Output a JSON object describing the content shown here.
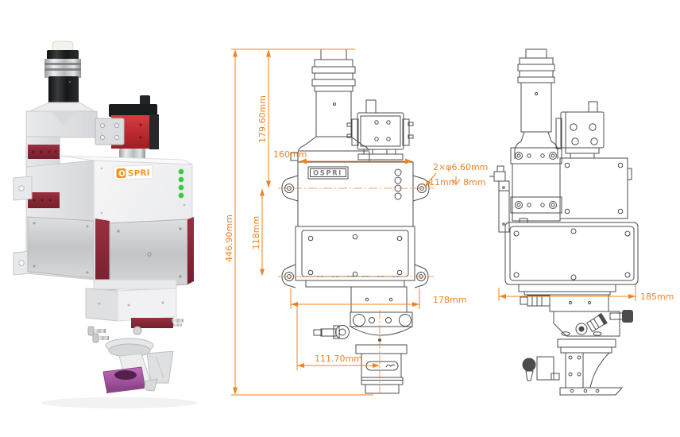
{
  "brand": "OSPRI",
  "brand_mark": {
    "initial": "O",
    "rest": "SPRI"
  },
  "dims": {
    "total_height": "446.90mm",
    "upper_section_height": "179.60mm",
    "top_width": "160mm",
    "mount_hole_spacing": "118mm",
    "base_width": "178mm",
    "nozzle_offset": "111.70mm",
    "side_depth": "185mm",
    "hole_callout": "2×φ6.60mm",
    "counterbore_width": "11mm",
    "counterbore_depth": "8mm"
  },
  "colors": {
    "dimension_orange": "#EF8322",
    "brand_orange": "#F7941D",
    "led_green": "#3BCD3B",
    "accent_red": "#C1272D",
    "panel_maroon": "#8C2633",
    "nozzle_purple": "#A855A3",
    "line_art": "#4B4C4E"
  }
}
